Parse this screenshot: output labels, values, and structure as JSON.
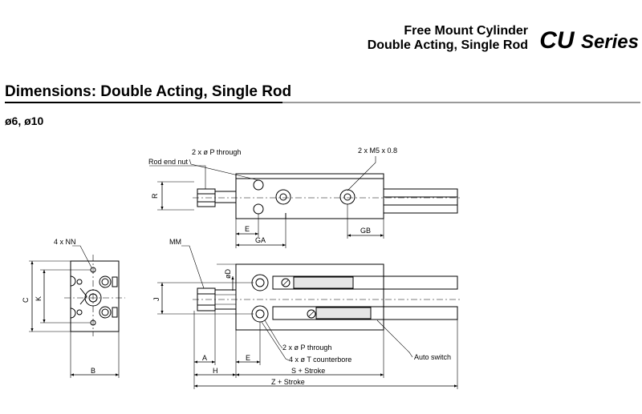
{
  "header": {
    "line1": "Free Mount Cylinder",
    "line2": "Double Acting, Single Rod",
    "series_code": "CU",
    "series_word": "Series"
  },
  "section": {
    "title": "Dimensions: Double Acting, Single Rod",
    "bore_sizes": "ø6, ø10"
  },
  "labels": {
    "p_through_top": "2 x ø P through",
    "m5": "2 x M5 x 0.8",
    "rod_end_nut": "Rod end nut",
    "r": "R",
    "e_top": "E",
    "ga": "GA",
    "gb": "GB",
    "nn": "4 x NN",
    "c": "C",
    "k": "K",
    "b": "B",
    "mm": "MM",
    "od": "øD",
    "j": "J",
    "p_through_bottom": "2 x ø P through",
    "t_counterbore": "4 x ø T counterbore",
    "auto_switch": "Auto switch",
    "a": "A",
    "e_bottom": "E",
    "h": "H",
    "s_stroke": "S + Stroke",
    "z_stroke": "Z + Stroke"
  }
}
